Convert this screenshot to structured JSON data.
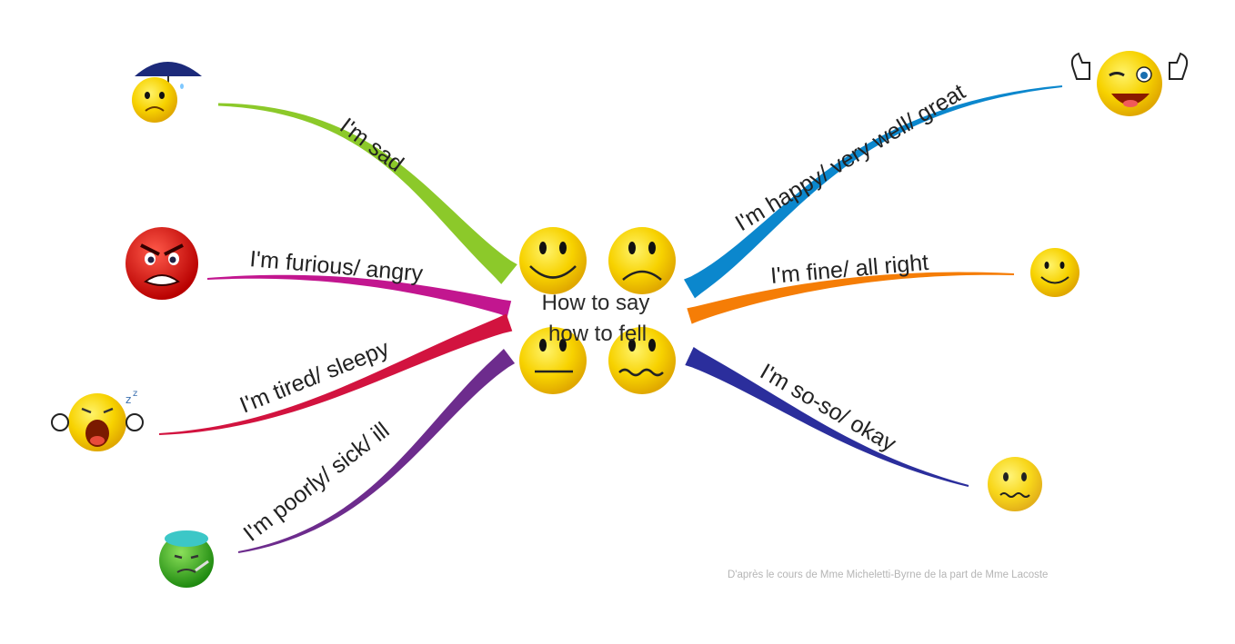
{
  "title": "How to say how to fell",
  "title_lines": [
    "How to say",
    "how to fell"
  ],
  "branches": [
    {
      "label": "I'm sad",
      "color": "#8cc92a",
      "icon": "sad-umbrella-emoji-icon"
    },
    {
      "label": "I'm furious/ angry",
      "color": "#c2168f",
      "icon": "angry-emoji-icon"
    },
    {
      "label": "I'm tired/ sleepy",
      "color": "#d2133f",
      "icon": "yawning-sleepy-emoji-icon"
    },
    {
      "label": "I'm poorly/ sick/ ill",
      "color": "#6d2c8d",
      "icon": "sick-emoji-icon"
    },
    {
      "label": "I'm happy/ very well/ great",
      "color": "#0b87cd",
      "icon": "winking-thumbs-up-emoji-icon"
    },
    {
      "label": "I'm fine/ all right",
      "color": "#f57d06",
      "icon": "smiley-emoji-icon"
    },
    {
      "label": "I'm so-so/ okay",
      "color": "#2b2e9c",
      "icon": "uneasy-emoji-icon"
    }
  ],
  "credit": "D'après le cours de Mme Micheletti-Byrne de la part de Mme Lacoste"
}
